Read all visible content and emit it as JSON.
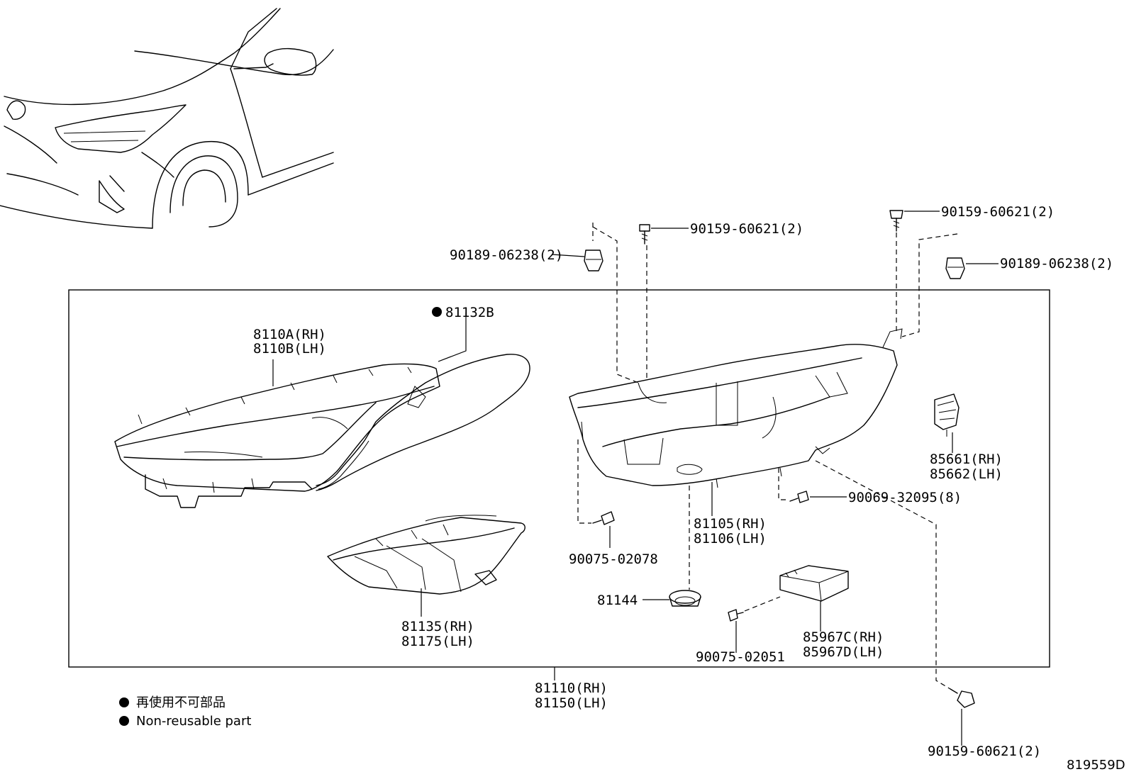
{
  "diagram_id": "819559D",
  "legend": {
    "jp": "再使用不可部品",
    "en": "Non-reusable part"
  },
  "labels": {
    "p81132b": "81132B",
    "p8110a": "8110A(RH)",
    "p8110b": "8110B(LH)",
    "p81135": "81135(RH)",
    "p81175": "81175(LH)",
    "p81110": "81110(RH)",
    "p81150": "81150(LH)",
    "p81105": "81105(RH)",
    "p81106": "81106(LH)",
    "p81144": "81144",
    "p85661": "85661(RH)",
    "p85662": "85662(LH)",
    "p85967c": "85967C(RH)",
    "p85967d": "85967D(LH)",
    "p90075_02078": "90075-02078",
    "p90075_02051": "90075-02051",
    "p90069": "90069-32095(8)",
    "p90189_left": "90189-06238(2)",
    "p90189_right": "90189-06238(2)",
    "p90159_top_left": "90159-60621(2)",
    "p90159_top_right": "90159-60621(2)",
    "p90159_bottom": "90159-60621(2)"
  },
  "icons": [
    "vehicle-front-illustration",
    "headlamp-lens-assembly",
    "gasket",
    "headlamp-housing",
    "turn-signal-unit",
    "leveling-motor",
    "control-module",
    "grommet",
    "screw",
    "clip",
    "non-reusable-dot"
  ]
}
